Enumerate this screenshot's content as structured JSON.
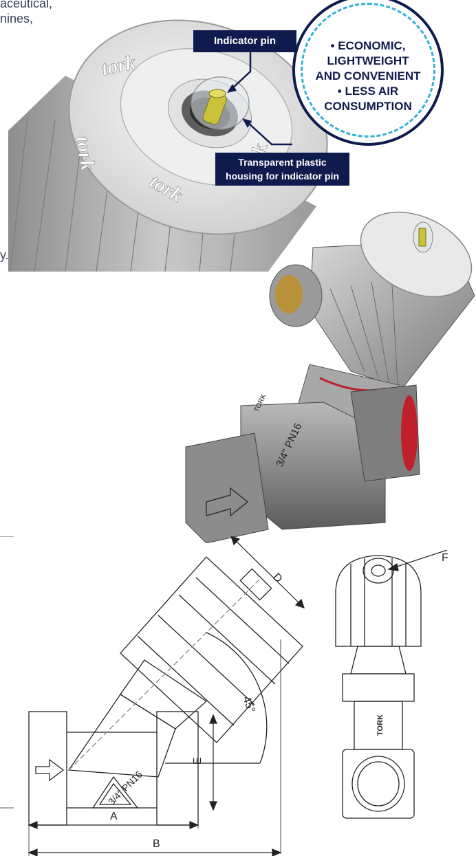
{
  "text_fragments": {
    "line1": "aceutical,",
    "line2": "nines,",
    "line3": "y."
  },
  "callouts": {
    "indicator_pin": "Indicator pin",
    "housing_line1": "Transparent plastic",
    "housing_line2": "housing for indicator pin"
  },
  "badge": {
    "lines": [
      "• ECONOMIC,",
      "LIGHTWEIGHT",
      "AND CONVENIENT",
      "• LESS AIR",
      "CONSUMPTION"
    ]
  },
  "product_markings": {
    "brand": "tork",
    "size": "3/4\" PN16",
    "side_brand": "TORK"
  },
  "dimensions": {
    "a": "A",
    "b": "B",
    "d": "D",
    "e": "E",
    "f": "F",
    "angle": "45°"
  },
  "colors": {
    "navy": "#0f1b4d",
    "dashed_ring": "#33b1d6",
    "pin": "#c9c23a",
    "brass": "#b8923a",
    "red_seal": "#c0202a"
  }
}
